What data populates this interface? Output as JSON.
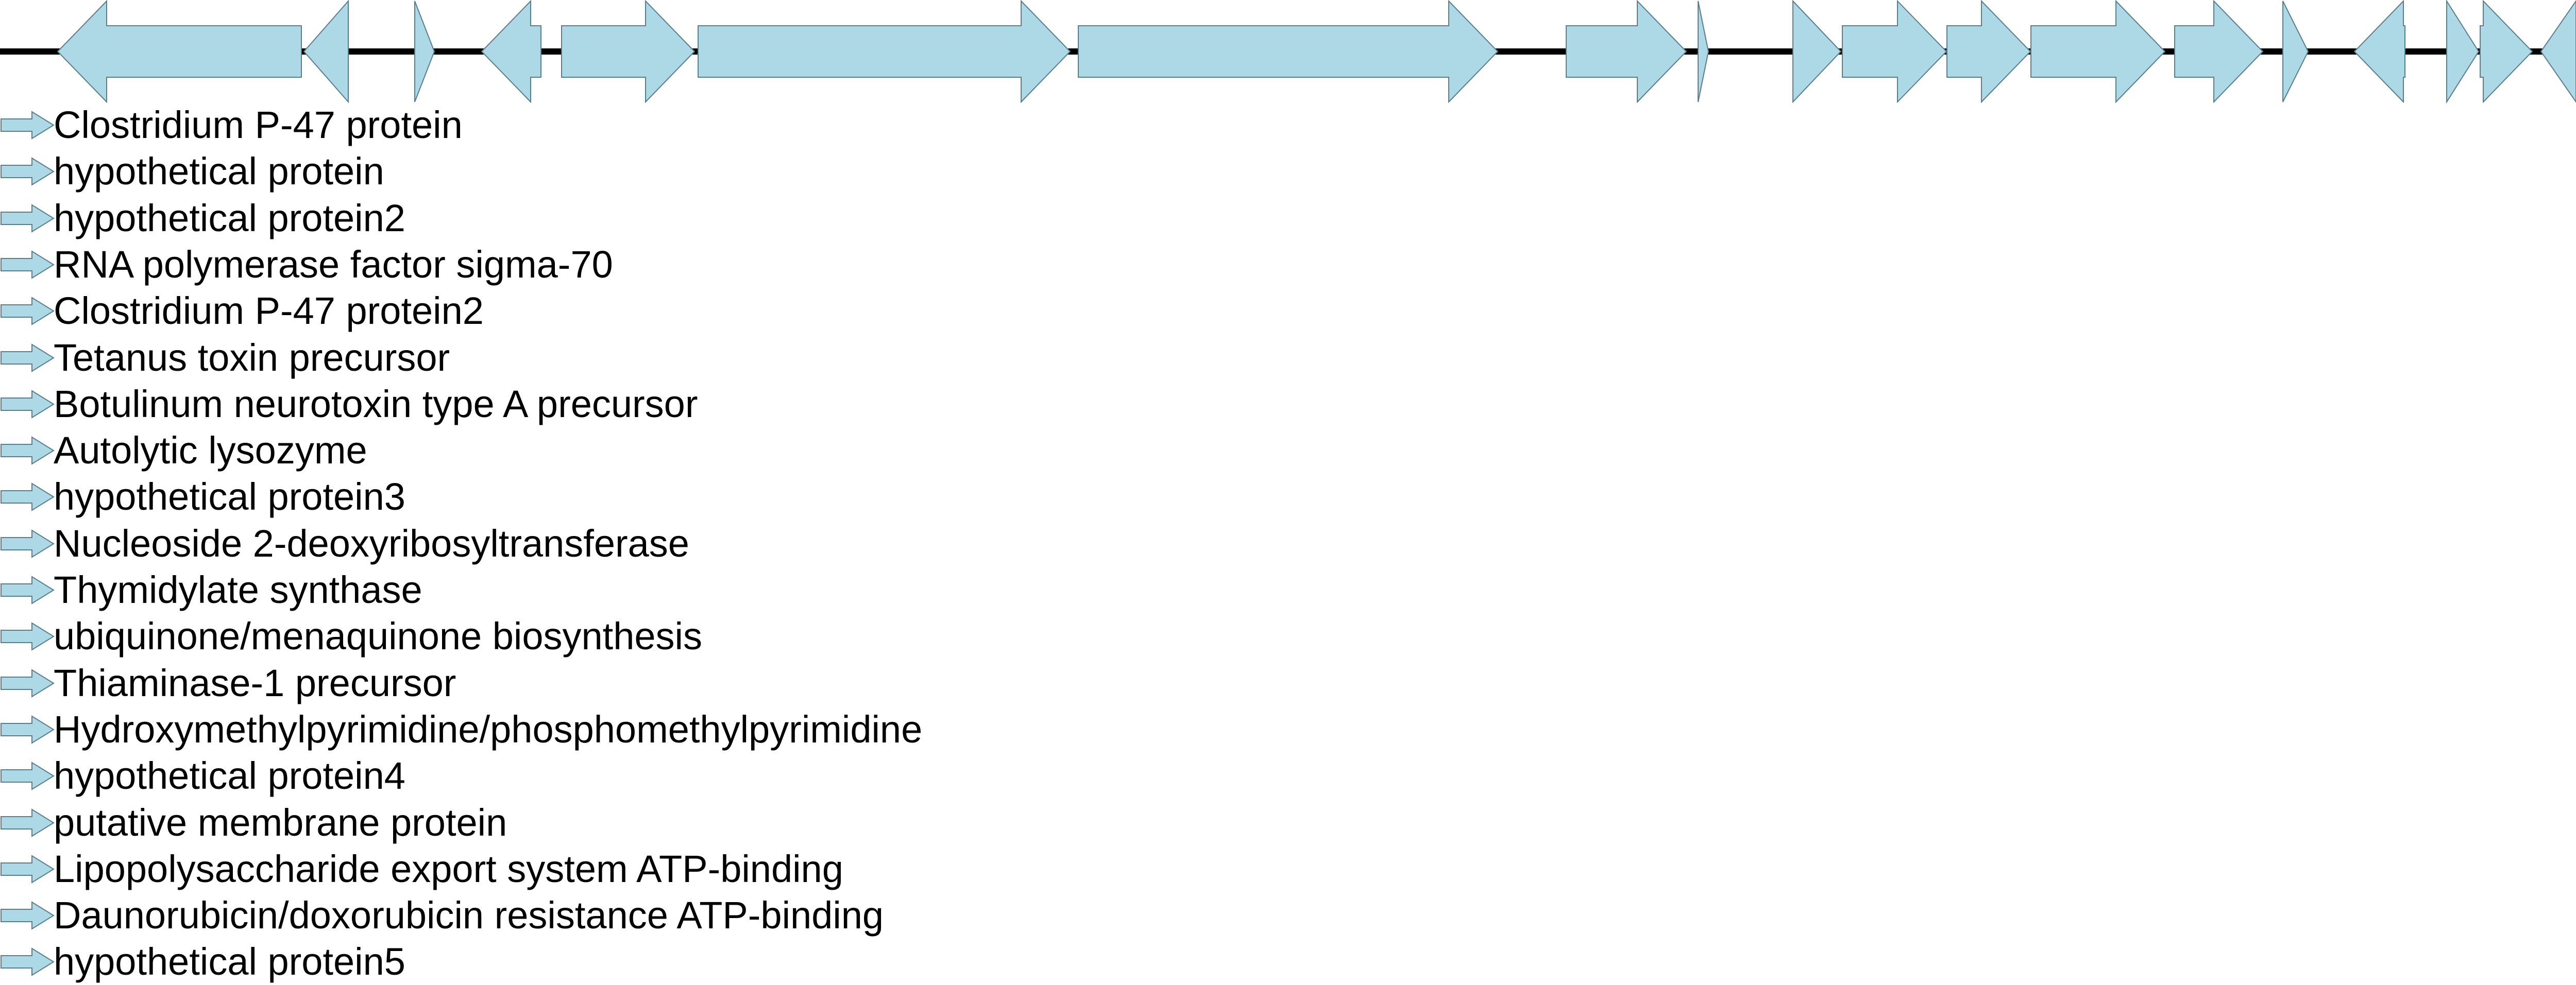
{
  "colors": {
    "gene_fill": "#add8e6",
    "gene_stroke": "#5a7d8c",
    "backbone": "#000000",
    "text": "#000000"
  },
  "genes": [
    {
      "label": "Clostridium P-47 protein",
      "strand": "+"
    },
    {
      "label": "hypothetical protein",
      "strand": "+"
    },
    {
      "label": "hypothetical protein2",
      "strand": "+"
    },
    {
      "label": "RNA polymerase factor sigma-70",
      "strand": "+"
    },
    {
      "label": "Clostridium P-47 protein2",
      "strand": "+"
    },
    {
      "label": "Tetanus toxin precursor",
      "strand": "+"
    },
    {
      "label": "Botulinum neurotoxin type A precursor",
      "strand": "+"
    },
    {
      "label": "Autolytic lysozyme",
      "strand": "+"
    },
    {
      "label": "hypothetical protein3",
      "strand": "+"
    },
    {
      "label": "Nucleoside 2-deoxyribosyltransferase",
      "strand": "+"
    },
    {
      "label": "Thymidylate synthase",
      "strand": "+"
    },
    {
      "label": "ubiquinone/menaquinone biosynthesis",
      "strand": "+"
    },
    {
      "label": "Thiaminase-1 precursor",
      "strand": "+"
    },
    {
      "label": "Hydroxymethylpyrimidine/phosphomethylpyrimidine",
      "strand": "+"
    },
    {
      "label": "hypothetical protein4",
      "strand": "+"
    },
    {
      "label": "putative membrane protein",
      "strand": "+"
    },
    {
      "label": "Lipopolysaccharide export system ATP-binding",
      "strand": "+"
    },
    {
      "label": "Daunorubicin/doxorubicin resistance ATP-binding",
      "strand": "+"
    },
    {
      "label": "hypothetical protein5",
      "strand": "+"
    }
  ],
  "map_features": [
    {
      "strand": "-"
    },
    {
      "strand": "-"
    },
    {
      "strand": "+"
    },
    {
      "strand": "-"
    },
    {
      "strand": "+"
    },
    {
      "strand": "+"
    },
    {
      "strand": "+"
    },
    {
      "strand": "+"
    },
    {
      "strand": "+"
    },
    {
      "strand": "+"
    },
    {
      "strand": "+"
    },
    {
      "strand": "+"
    },
    {
      "strand": "+"
    },
    {
      "strand": "+"
    },
    {
      "strand": "+"
    },
    {
      "strand": "-"
    },
    {
      "strand": "+"
    },
    {
      "strand": "+"
    },
    {
      "strand": "-"
    }
  ]
}
